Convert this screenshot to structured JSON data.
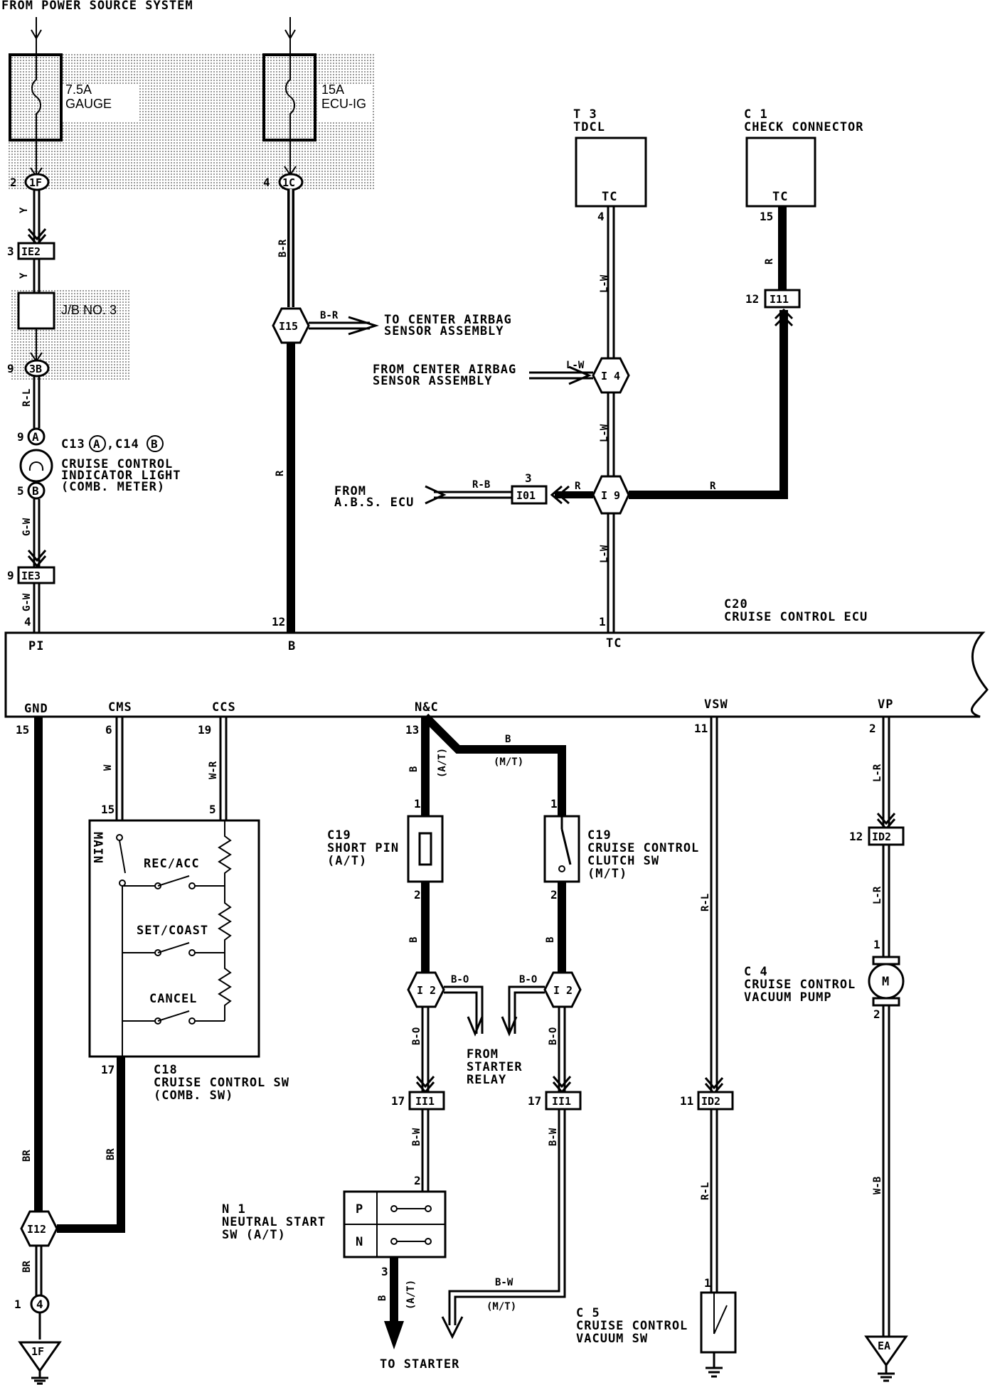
{
  "header": {
    "source": "FROM POWER SOURCE SYSTEM"
  },
  "fuses": [
    {
      "rating": "7.5A",
      "name": "GAUGE"
    },
    {
      "rating": "15A",
      "name": "ECU-IG"
    }
  ],
  "junction_block": "J/B NO. 3",
  "connectors": {
    "f1": "1F",
    "f1_pin": "2",
    "c1c": "1C",
    "c1c_pin": "4",
    "ie2": "IE2",
    "ie2_pin": "3",
    "jb3b": "3B",
    "jb3b_pin": "9",
    "ie3": "IE3",
    "ie3_pin": "9",
    "ie3_pin_out": "4",
    "i15": "I15",
    "i4": "I 4",
    "i9": "I 9",
    "i01": "I01",
    "i01_pin": "3",
    "i11": "I11",
    "i11_pin": "12",
    "i2": "I 2",
    "ii1": "II1",
    "ii1_pin": "17",
    "id2": "ID2",
    "id2_pin_top": "12",
    "id2_pin_mid": "11",
    "i12": "I12",
    "c4_pin": "4",
    "ground_1f": "1F",
    "ground_ea": "EA"
  },
  "wires": {
    "y": "Y",
    "br": "B-R",
    "rl": "R-L",
    "gw": "G-W",
    "r": "R",
    "lw": "L-W",
    "rb": "R-B",
    "w": "W",
    "wr": "W-R",
    "b": "B",
    "bo": "B-O",
    "bw": "B-W",
    "lr": "L-R",
    "wb": "W-B",
    "brown": "BR"
  },
  "destinations": {
    "airbag_to": [
      "TO CENTER AIRBAG",
      "SENSOR ASSEMBLY"
    ],
    "airbag_from": [
      "FROM CENTER AIRBAG",
      "SENSOR ASSEMBLY"
    ],
    "abs_from": [
      "FROM",
      "A.B.S. ECU"
    ],
    "starter_relay": [
      "FROM",
      "STARTER",
      "RELAY"
    ],
    "to_starter": "TO STARTER"
  },
  "components": {
    "t3": {
      "code": "T 3",
      "name": "TDCL",
      "pin_label": "TC",
      "pin": "4"
    },
    "c1": {
      "code": "C 1",
      "name": "CHECK CONNECTOR",
      "pin_label": "TC",
      "pin": "15"
    },
    "c13_code": "C13",
    "c14_code": "C14",
    "sub_a": "A",
    "sub_b": "B",
    "c13_name": [
      "CRUISE CONTROL",
      "INDICATOR LIGHT",
      "(COMB. METER)"
    ],
    "c13_pin_a": "9",
    "c13_pin_b": "5",
    "ecu": {
      "code": "C20",
      "name": "CRUISE CONTROL ECU",
      "top_pins": [
        {
          "label": "PI",
          "num": "4"
        },
        {
          "label": "B",
          "num": "12"
        },
        {
          "label": "TC",
          "num": "1"
        }
      ],
      "bottom_pins": [
        {
          "label": "GND",
          "num": "15"
        },
        {
          "label": "CMS",
          "num": "6"
        },
        {
          "label": "CCS",
          "num": "19"
        },
        {
          "label": "N&C",
          "num": "13"
        },
        {
          "label": "VSW",
          "num": "11"
        },
        {
          "label": "VP",
          "num": "2"
        }
      ]
    },
    "c18": {
      "code": "C18",
      "name": [
        "CRUISE CONTROL SW",
        "(COMB. SW)"
      ],
      "main": "MAIN",
      "rec": "REC/ACC",
      "set": "SET/COAST",
      "cancel": "CANCEL",
      "pin_main": "15",
      "pin_ccs": "5",
      "pin_gnd": "17"
    },
    "c19_pin": {
      "code": "C19",
      "name": [
        "SHORT PIN",
        "(A/T)"
      ],
      "pin1": "1",
      "pin2": "2"
    },
    "c19_sw": {
      "code": "C19",
      "name": [
        "CRUISE CONTROL",
        "CLUTCH SW",
        "(M/T)"
      ],
      "pin1": "1",
      "pin2": "2"
    },
    "c4": {
      "code": "C 4",
      "name": [
        "CRUISE CONTROL",
        "VACUUM PUMP"
      ],
      "motor": "M",
      "pin1": "1",
      "pin2": "2"
    },
    "n1": {
      "code": "N 1",
      "name": [
        "NEUTRAL START",
        "SW (A/T)"
      ],
      "p": "P",
      "n": "N",
      "pin2": "2",
      "pin3": "3"
    },
    "c5": {
      "code": "C 5",
      "name": [
        "CRUISE CONTROL",
        "VACUUM SW"
      ],
      "pin": "1"
    }
  },
  "variants": {
    "at": "(A/T)",
    "mt": "(M/T)"
  },
  "pins_misc": {
    "ground_pin": "1"
  }
}
